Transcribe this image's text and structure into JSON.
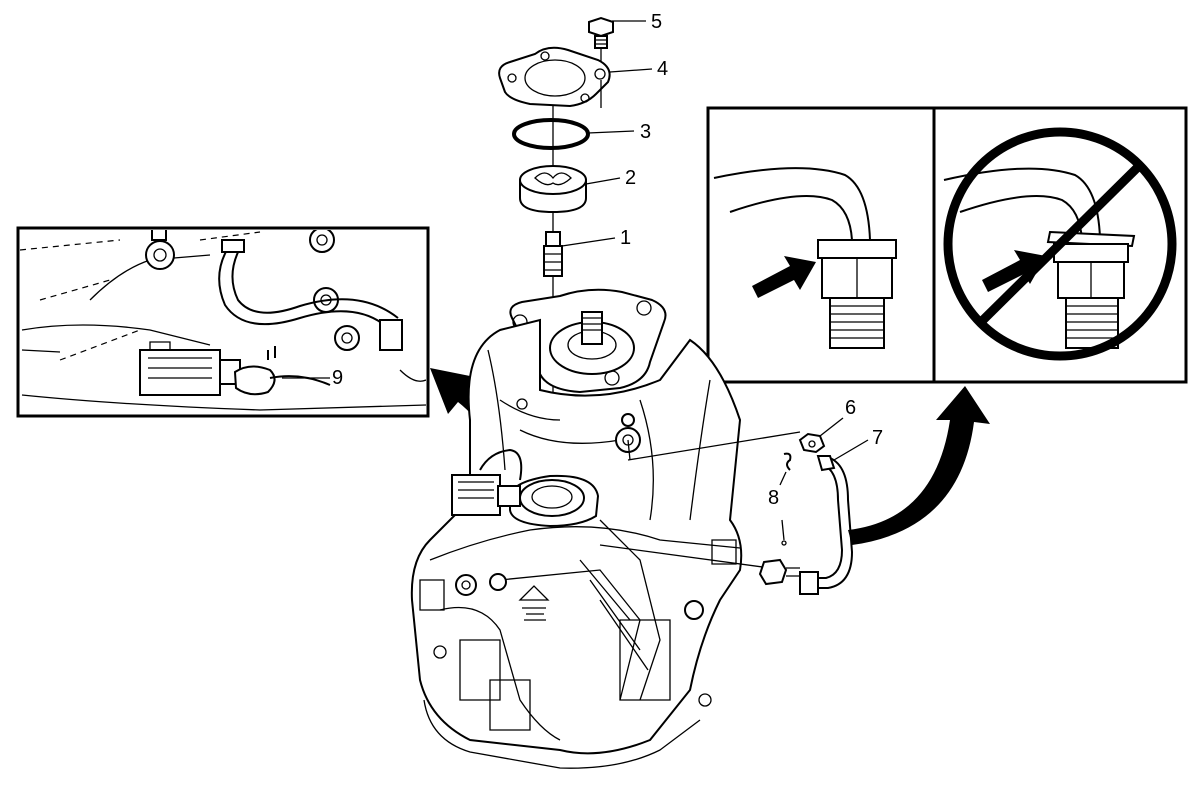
{
  "callouts": [
    {
      "id": "1",
      "label": "1"
    },
    {
      "id": "2",
      "label": "2"
    },
    {
      "id": "3",
      "label": "3"
    },
    {
      "id": "4",
      "label": "4"
    },
    {
      "id": "5",
      "label": "5"
    },
    {
      "id": "6",
      "label": "6"
    },
    {
      "id": "7",
      "label": "7"
    },
    {
      "id": "8",
      "label": "8"
    },
    {
      "id": "9",
      "label": "9"
    }
  ],
  "insets": {
    "left": {
      "content": "connector-detail-view",
      "callout": "9"
    },
    "right": {
      "panels": [
        "correct-hose-installation",
        "incorrect-hose-installation"
      ],
      "prohibition_symbol": "no-sign-icon"
    }
  },
  "colors": {
    "line": "#000000",
    "background": "#ffffff"
  }
}
